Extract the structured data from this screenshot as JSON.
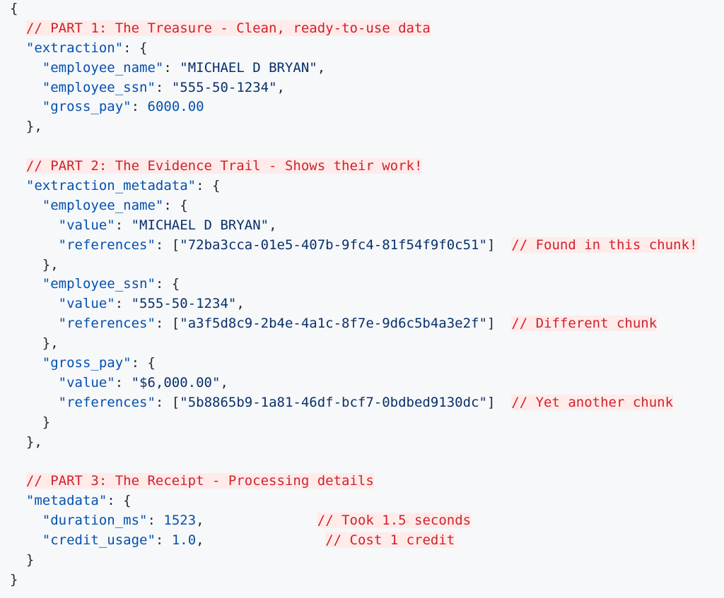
{
  "colors": {
    "background": "#f6f8fa",
    "key": "#0550ae",
    "string": "#0a3069",
    "number": "#0550ae",
    "comment": "#cf222e",
    "comment_bg": "#ffebe9",
    "punctuation": "#24292f"
  },
  "lines": [
    [
      [
        "p",
        "{"
      ]
    ],
    [
      [
        "w",
        "  "
      ],
      [
        "c",
        "// PART 1: The Treasure - Clean, ready-to-use data"
      ]
    ],
    [
      [
        "w",
        "  "
      ],
      [
        "k",
        "\"extraction\""
      ],
      [
        "p",
        ": {"
      ]
    ],
    [
      [
        "w",
        "    "
      ],
      [
        "k",
        "\"employee_name\""
      ],
      [
        "p",
        ": "
      ],
      [
        "s",
        "\"MICHAEL D BRYAN\""
      ],
      [
        "p",
        ","
      ]
    ],
    [
      [
        "w",
        "    "
      ],
      [
        "k",
        "\"employee_ssn\""
      ],
      [
        "p",
        ": "
      ],
      [
        "s",
        "\"555-50-1234\""
      ],
      [
        "p",
        ","
      ]
    ],
    [
      [
        "w",
        "    "
      ],
      [
        "k",
        "\"gross_pay\""
      ],
      [
        "p",
        ": "
      ],
      [
        "n",
        "6000.00"
      ]
    ],
    [
      [
        "w",
        "  "
      ],
      [
        "p",
        "},"
      ]
    ],
    [],
    [
      [
        "w",
        "  "
      ],
      [
        "c",
        "// PART 2: The Evidence Trail - Shows their work!"
      ]
    ],
    [
      [
        "w",
        "  "
      ],
      [
        "k",
        "\"extraction_metadata\""
      ],
      [
        "p",
        ": {"
      ]
    ],
    [
      [
        "w",
        "    "
      ],
      [
        "k",
        "\"employee_name\""
      ],
      [
        "p",
        ": {"
      ]
    ],
    [
      [
        "w",
        "      "
      ],
      [
        "k",
        "\"value\""
      ],
      [
        "p",
        ": "
      ],
      [
        "s",
        "\"MICHAEL D BRYAN\""
      ],
      [
        "p",
        ","
      ]
    ],
    [
      [
        "w",
        "      "
      ],
      [
        "k",
        "\"references\""
      ],
      [
        "p",
        ": ["
      ],
      [
        "s",
        "\"72ba3cca-01e5-407b-9fc4-81f54f9f0c51\""
      ],
      [
        "p",
        "]"
      ],
      [
        "w",
        "  "
      ],
      [
        "c",
        "// Found in this chunk!"
      ]
    ],
    [
      [
        "w",
        "    "
      ],
      [
        "p",
        "},"
      ]
    ],
    [
      [
        "w",
        "    "
      ],
      [
        "k",
        "\"employee_ssn\""
      ],
      [
        "p",
        ": {"
      ]
    ],
    [
      [
        "w",
        "      "
      ],
      [
        "k",
        "\"value\""
      ],
      [
        "p",
        ": "
      ],
      [
        "s",
        "\"555-50-1234\""
      ],
      [
        "p",
        ","
      ]
    ],
    [
      [
        "w",
        "      "
      ],
      [
        "k",
        "\"references\""
      ],
      [
        "p",
        ": ["
      ],
      [
        "s",
        "\"a3f5d8c9-2b4e-4a1c-8f7e-9d6c5b4a3e2f\""
      ],
      [
        "p",
        "]"
      ],
      [
        "w",
        "  "
      ],
      [
        "c",
        "// Different chunk"
      ]
    ],
    [
      [
        "w",
        "    "
      ],
      [
        "p",
        "},"
      ]
    ],
    [
      [
        "w",
        "    "
      ],
      [
        "k",
        "\"gross_pay\""
      ],
      [
        "p",
        ": {"
      ]
    ],
    [
      [
        "w",
        "      "
      ],
      [
        "k",
        "\"value\""
      ],
      [
        "p",
        ": "
      ],
      [
        "s",
        "\"$6,000.00\""
      ],
      [
        "p",
        ","
      ]
    ],
    [
      [
        "w",
        "      "
      ],
      [
        "k",
        "\"references\""
      ],
      [
        "p",
        ": ["
      ],
      [
        "s",
        "\"5b8865b9-1a81-46df-bcf7-0bdbed9130dc\""
      ],
      [
        "p",
        "]"
      ],
      [
        "w",
        "  "
      ],
      [
        "c",
        "// Yet another chunk"
      ]
    ],
    [
      [
        "w",
        "    "
      ],
      [
        "p",
        "}"
      ]
    ],
    [
      [
        "w",
        "  "
      ],
      [
        "p",
        "},"
      ]
    ],
    [],
    [
      [
        "w",
        "  "
      ],
      [
        "c",
        "// PART 3: The Receipt - Processing details"
      ]
    ],
    [
      [
        "w",
        "  "
      ],
      [
        "k",
        "\"metadata\""
      ],
      [
        "p",
        ": {"
      ]
    ],
    [
      [
        "w",
        "    "
      ],
      [
        "k",
        "\"duration_ms\""
      ],
      [
        "p",
        ": "
      ],
      [
        "n",
        "1523"
      ],
      [
        "p",
        ","
      ],
      [
        "w",
        "              "
      ],
      [
        "c",
        "// Took 1.5 seconds"
      ]
    ],
    [
      [
        "w",
        "    "
      ],
      [
        "k",
        "\"credit_usage\""
      ],
      [
        "p",
        ": "
      ],
      [
        "n",
        "1.0"
      ],
      [
        "p",
        ","
      ],
      [
        "w",
        "               "
      ],
      [
        "c",
        "// Cost 1 credit"
      ]
    ],
    [
      [
        "w",
        "  "
      ],
      [
        "p",
        "}"
      ]
    ],
    [
      [
        "p",
        "}"
      ]
    ]
  ]
}
